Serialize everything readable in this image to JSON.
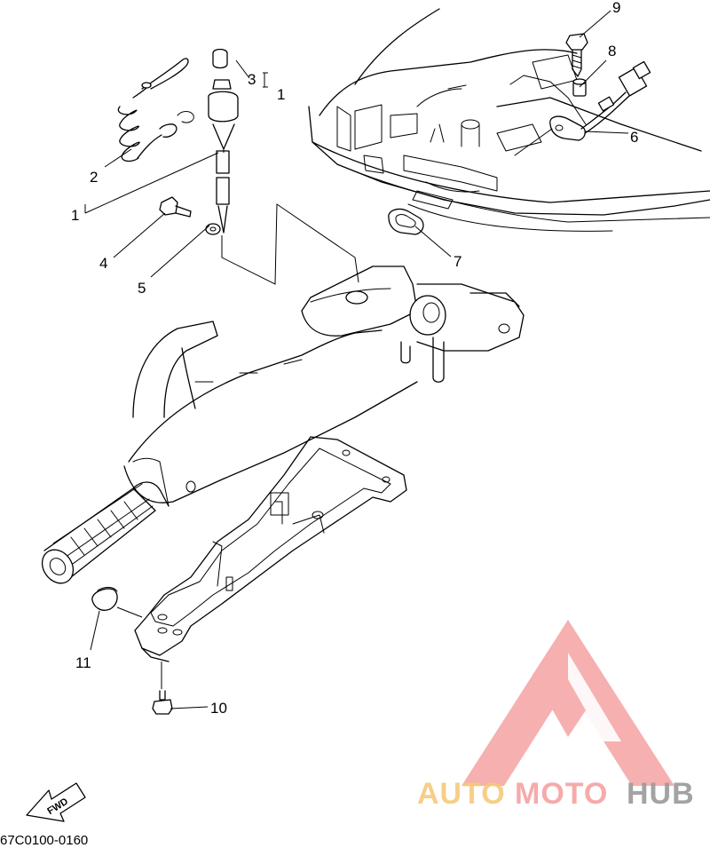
{
  "diagram": {
    "drawing_code": "67C0100-0160",
    "fwd_label": "FWD",
    "callouts": {
      "c1": "1",
      "c1b": "1",
      "c2": "2",
      "c3": "3",
      "c4": "4",
      "c5": "5",
      "c6": "6",
      "c7": "7",
      "c8": "8",
      "c9": "9",
      "c10": "10",
      "c11": "11"
    }
  },
  "watermark": {
    "part1": "AUTO",
    "part2": "MOTO",
    "part3": "HUB",
    "colors": {
      "logo": "#f5a3a3",
      "auto": "#f7c97c",
      "moto": "#f5a3a3",
      "hub": "#9a9a9a"
    }
  }
}
